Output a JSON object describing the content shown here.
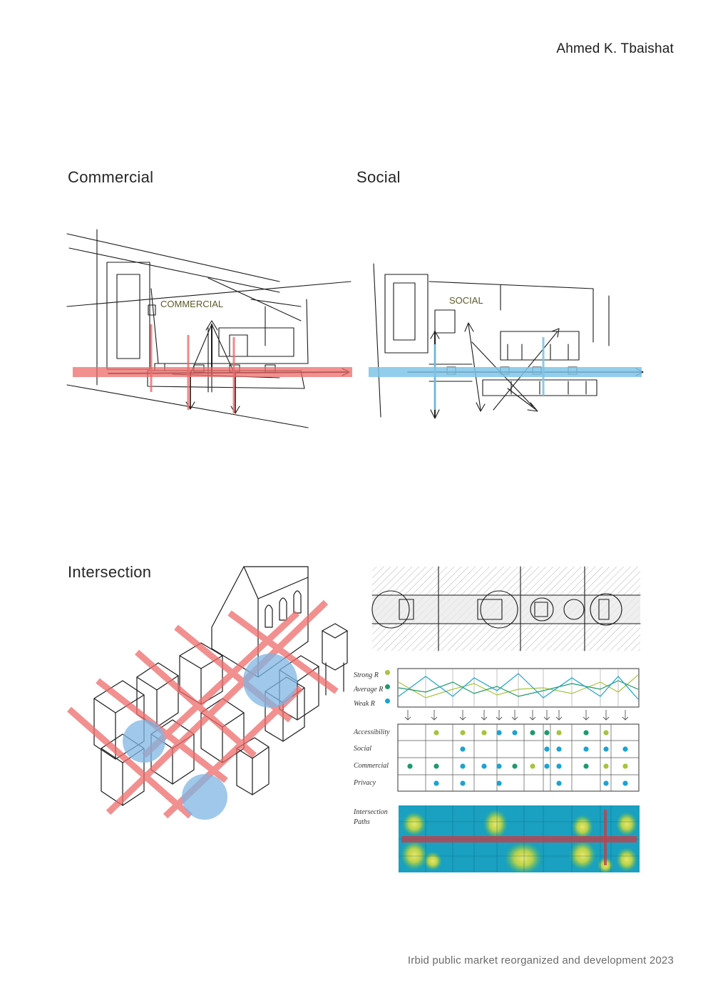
{
  "header": {
    "author": "Ahmed K. Tbaishat"
  },
  "sections": {
    "commercial": {
      "heading": "Commercial",
      "sketch_label": "COMMERCIAL"
    },
    "social": {
      "heading": "Social",
      "sketch_label": "SOCIAL"
    },
    "intersection": {
      "heading": "Intersection"
    }
  },
  "matrix": {
    "legend": [
      {
        "label": "Strong R",
        "color": "#a6c43c"
      },
      {
        "label": "Average R",
        "color": "#1f9a6a"
      },
      {
        "label": "Weak R",
        "color": "#1ba3d3"
      }
    ],
    "rows": [
      "Accessibility",
      "Social",
      "Commercial",
      "Privacy"
    ],
    "paths_label_1": "Intersection",
    "paths_label_2": "Paths"
  },
  "colors": {
    "commercial_accent": "#ee6b6b",
    "social_accent": "#7fc4e8",
    "heat_base": "#1aa0c0",
    "heat_spot": "#d9e25a"
  },
  "footer": {
    "caption": "Irbid public market reorganized and development 2023"
  }
}
